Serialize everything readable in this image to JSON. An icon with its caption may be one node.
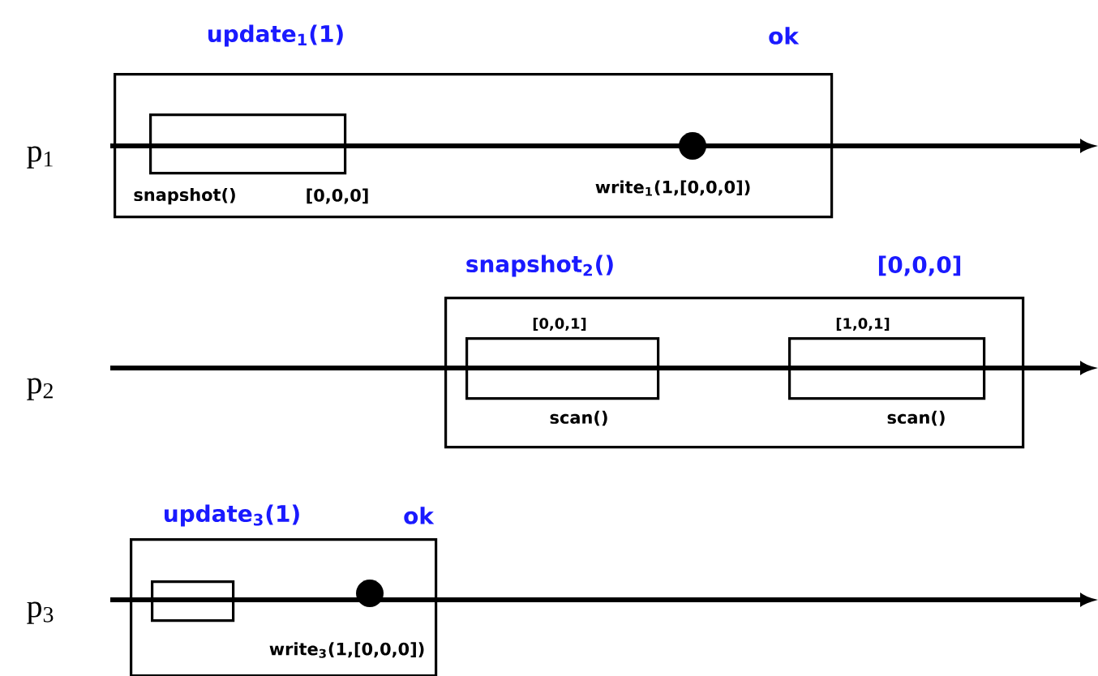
{
  "diagram": {
    "nodes": [
      {
        "text": [
          "update$_{1}$(1)",
          "ok"
        ]
      },
      {
        "text": [
          "snapshot()",
          "[0,0,0]"
        ],
        "in": 0
      },
      {
        "text": [],
        "shape": "circle",
        "in": 0,
        "beside": [
          "write$_{1}$(1,[0,0,0])"
        ]
      },
      {
        "text": [
          "snapshot$_{2}$()",
          "[0,0,0]"
        ]
      },
      {
        "text": [
          "[0,0,1]",
          "scan()"
        ],
        "in": 3
      },
      {
        "text": [
          "[1,0,1]",
          "scan()"
        ],
        "in": 3
      },
      {
        "text": [
          "update$_{3}$(1)",
          "ok"
        ]
      },
      {
        "text": [],
        "shape": "box",
        "in": 6
      },
      {
        "text": [],
        "shape": "circle",
        "in": 6,
        "beside": [
          "write$_{3}$(1,[0,0,0])"
        ]
      }
    ],
    "labels": [
      "p$_{1}$",
      "p$_{2}$",
      "p$_{3}$"
    ]
  }
}
